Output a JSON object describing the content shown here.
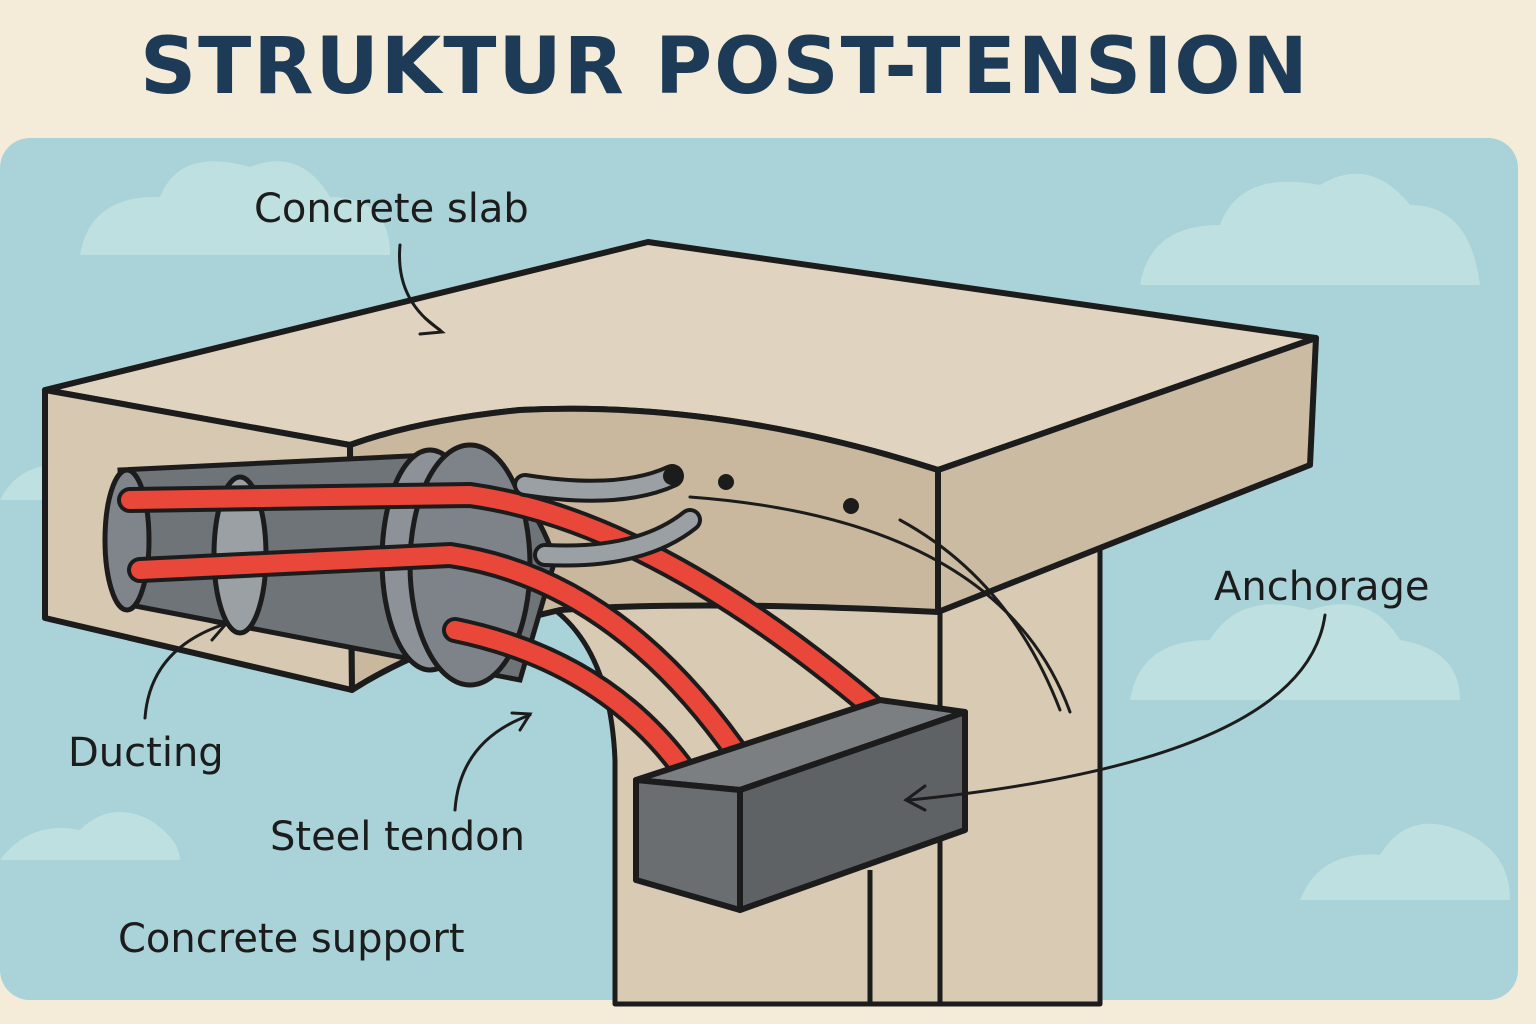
{
  "title": "STRUKTUR POST-TENSION",
  "labels": {
    "concrete_slab": "Concrete slab",
    "anchorage": "Anchorage",
    "ducting": "Ducting",
    "steel_tendon": "Steel tendon",
    "concrete_support": "Concrete support"
  },
  "colors": {
    "background": "#f4ecd9",
    "sky": "#a9d3d8",
    "cloud": "#bfe0e1",
    "concrete": "#d9cab4",
    "concrete_shade": "#c8b79e",
    "tendon": "#e8473a",
    "duct": "#6f7479",
    "anchor_block": "#6b6e70",
    "title": "#1d3b57",
    "outline": "#1c1c1c"
  }
}
